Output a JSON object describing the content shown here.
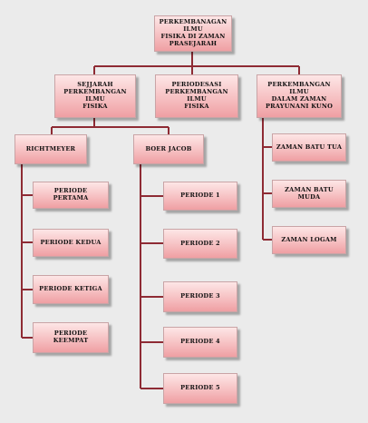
{
  "diagram": {
    "root": "PERKEMBANAGAN ILMU\nFISIKA DI ZAMAN\nPRASEJARAH",
    "branches": {
      "sejarah": "SEJJARAH\nPERKEMBANGAN ILMU\nFISIKA",
      "periodesasi": "PERIODESASI\nPERKEMBANGAN ILMU\nFISIKA",
      "prayunani": "PERKEMBANGAN ILMU\nDALAM ZAMAN\nPRAYUNANI KUNO"
    },
    "richtmeyer": {
      "label": "RICHTMEYER",
      "items": [
        "PERIODE PERTAMA",
        "PERIODE KEDUA",
        "PERIODE KETIGA",
        "PERIODE KEEMPAT"
      ]
    },
    "boer": {
      "label": "BOER JACOB",
      "items": [
        "PERIODE 1",
        "PERIODE 2",
        "PERIODE 3",
        "PERIODE 4",
        "PERIODE 5"
      ]
    },
    "zaman": {
      "items": [
        "ZAMAN BATU TUA",
        "ZAMAN BATU MUDA",
        "ZAMAN LOGAM"
      ]
    },
    "colors": {
      "connector": "#8e2b34",
      "box_top": "#fde6e6",
      "box_bottom": "#ef9fa3",
      "background": "#ebebeb"
    }
  }
}
